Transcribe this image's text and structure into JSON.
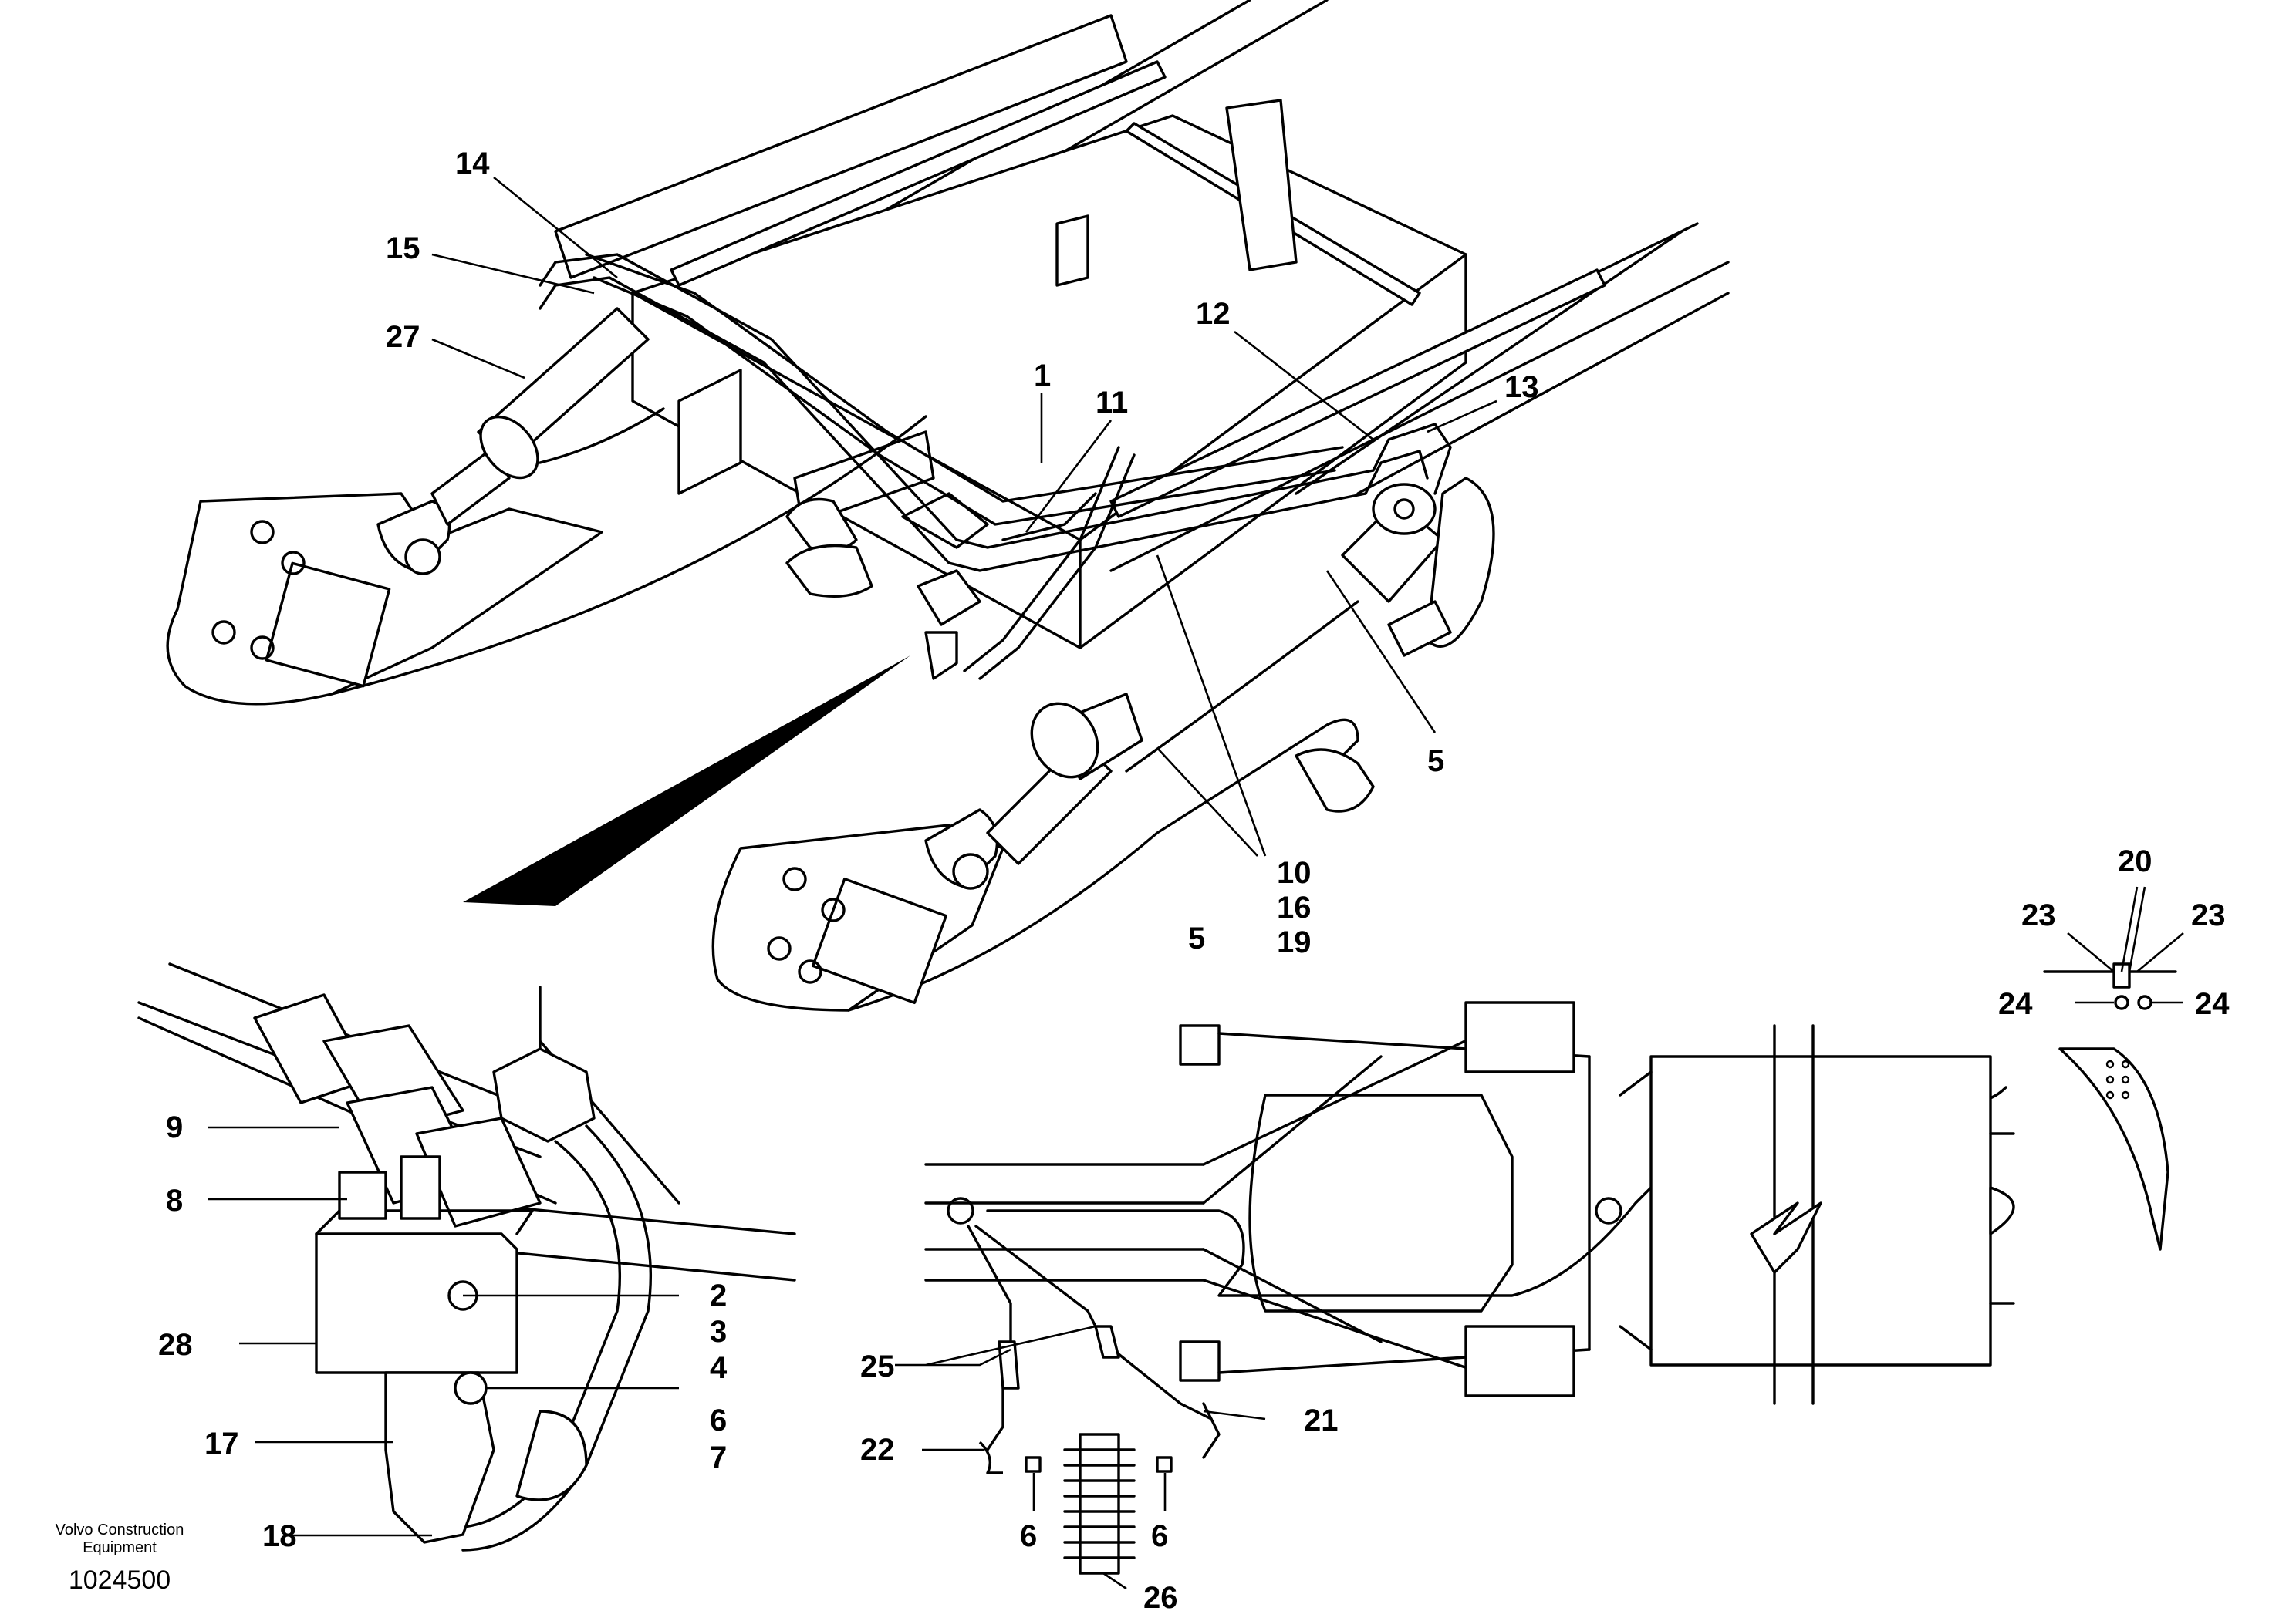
{
  "publisher": {
    "line1": "Volvo Construction",
    "line2": "Equipment"
  },
  "figure_number": "1024500",
  "callouts": {
    "c1": "1",
    "c2": "2",
    "c3": "3",
    "c4": "4",
    "c5a": "5",
    "c5b": "5",
    "c6a": "6",
    "c6b": "6",
    "c6c": "6",
    "c7": "7",
    "c8": "8",
    "c9": "9",
    "c10": "10",
    "c11": "11",
    "c12": "12",
    "c13": "13",
    "c14": "14",
    "c15": "15",
    "c16": "16",
    "c17": "17",
    "c18": "18",
    "c19": "19",
    "c20": "20",
    "c21": "21",
    "c22": "22",
    "c23a": "23",
    "c23b": "23",
    "c24a": "24",
    "c24b": "24",
    "c25": "25",
    "c26": "26",
    "c27": "27",
    "c28": "28"
  }
}
